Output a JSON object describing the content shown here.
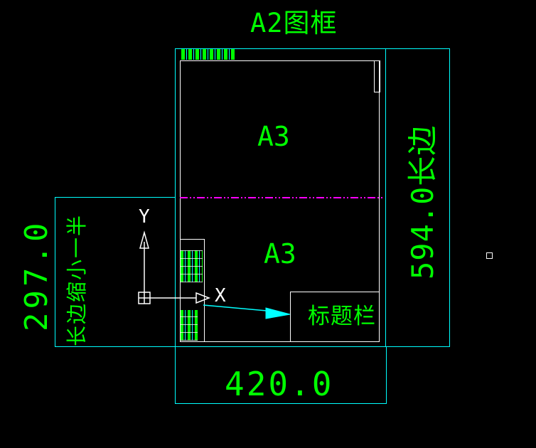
{
  "canvas": {
    "background": "#000000"
  },
  "palette": {
    "entity_green": "#00ff00",
    "dim_cyan": "#00ffff",
    "frame_white": "#ffffff",
    "centerline_magenta": "#ff00ff"
  },
  "title": {
    "text": "A2图框"
  },
  "frame": {
    "zone_top_label": "A3",
    "zone_bottom_label": "A3",
    "title_block": {
      "label": "标题栏"
    }
  },
  "dims": {
    "width": {
      "value": "420.0"
    },
    "height": {
      "value": "594.0长边"
    },
    "half_height": {
      "value": "297.0"
    },
    "note": {
      "text": "长边缩小一半"
    }
  },
  "ucs": {
    "x_label": "X",
    "y_label": "Y"
  }
}
